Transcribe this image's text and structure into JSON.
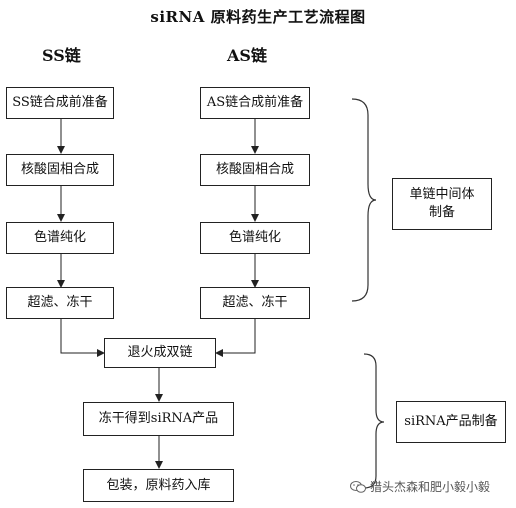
{
  "title": "siRNA 原料药生产工艺流程图",
  "columns": {
    "ss": "SS链",
    "as": "AS链"
  },
  "ss_steps": [
    "SS链合成前准备",
    "核酸固相合成",
    "色谱纯化",
    "超滤、冻干"
  ],
  "as_steps": [
    "AS链合成前准备",
    "核酸固相合成",
    "色谱纯化",
    "超滤、冻干"
  ],
  "center_steps": [
    "退火成双链",
    "冻干得到siRNA产品",
    "包装，原料药入库"
  ],
  "stages": {
    "single_strand": "单链中间体\n制备",
    "product": "siRNA产品制备"
  },
  "watermark": "猎头杰森和肥小毅小毅",
  "colors": {
    "line": "#222222",
    "brace": "#333333"
  }
}
